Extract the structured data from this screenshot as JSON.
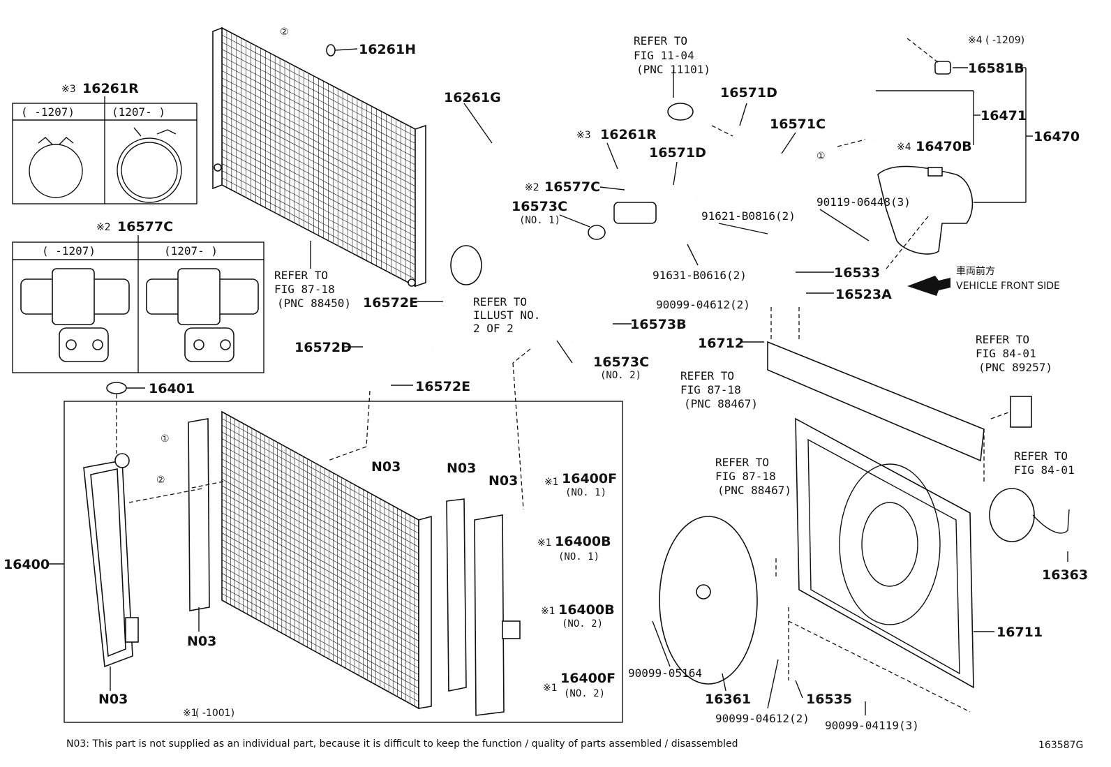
{
  "figure_code": "163587G",
  "footnote": "N03: This part is not supplied as an individual part, because it is difficult to keep the function / quality of parts assembled / disassembled",
  "vehicle_front": {
    "jp": "車両前方",
    "en": "VEHICLE FRONT SIDE"
  },
  "inset_clamp": {
    "mark": "※3",
    "part": "16261R",
    "col1": "(      -1207)",
    "col2": "(1207-      )"
  },
  "inset_hose": {
    "mark": "※2",
    "part": "16577C",
    "col1": "(      -1207)",
    "col2": "(1207-      )"
  },
  "box_note": {
    "mark": "※1",
    "range": "(      -1001)"
  },
  "labels": {
    "p16261H": "16261H",
    "p16261G": "16261G",
    "p16261R": "16261R",
    "m16261R": "※3",
    "p16577C": "16577C",
    "m16577C": "※2",
    "p16573C_1": "16573C",
    "s16573C_1": "(NO. 1)",
    "p16573C_2": "16573C",
    "s16573C_2": "(NO. 2)",
    "p16573B": "16573B",
    "p16572E_1": "16572E",
    "p16572E_2": "16572E",
    "p16572D": "16572D",
    "p16401": "16401",
    "p16400": "16400",
    "p16571D_1": "16571D",
    "p16571D_2": "16571D",
    "p16571C": "16571C",
    "p91621": "91621-B0816(2)",
    "p91631": "91631-B0616(2)",
    "p16533": "16533",
    "p16523A": "16523A",
    "p90099_04612a": "90099-04612(2)",
    "p90119": "90119-06448(3)",
    "p16712": "16712",
    "p16581B": "16581B",
    "p16471": "16471",
    "p16470": "16470",
    "p16470B": "16470B",
    "m16470B": "※4",
    "note4": "※4 (      -1209)",
    "p16363": "16363",
    "p16711": "16711",
    "p16361": "16361",
    "p90099_05164": "90099-05164",
    "p16535": "16535",
    "p90099_04612b": "90099-04612(2)",
    "p90099_04119": "90099-04119(3)",
    "p16400F_1": "16400F",
    "s16400F_1": "(NO. 1)",
    "p16400B_1": "16400B",
    "s16400B_1": "(NO. 1)",
    "p16400B_2": "16400B",
    "s16400B_2": "(NO. 2)",
    "p16400F_2": "16400F",
    "s16400F_2": "(NO. 2)",
    "m1": "※1",
    "n03": "N03",
    "circle1": "①",
    "circle2": "②"
  },
  "refs": {
    "r11_04": [
      "REFER TO",
      "FIG 11-04",
      "(PNC 11101)"
    ],
    "r87_18_88450": [
      "REFER TO",
      "FIG 87-18",
      "(PNC 88450)"
    ],
    "r_illust": [
      "REFER TO",
      "ILLUST NO.",
      "2 OF 2"
    ],
    "r87_18_88467a": [
      "REFER TO",
      "FIG 87-18",
      "(PNC 88467)"
    ],
    "r84_01_89257": [
      "REFER TO",
      "FIG 84-01",
      "(PNC 89257)"
    ],
    "r84_01": [
      "REFER TO",
      "FIG 84-01"
    ],
    "r87_18_88467b": [
      "REFER TO",
      "FIG 87-18",
      "(PNC 88467)"
    ]
  }
}
